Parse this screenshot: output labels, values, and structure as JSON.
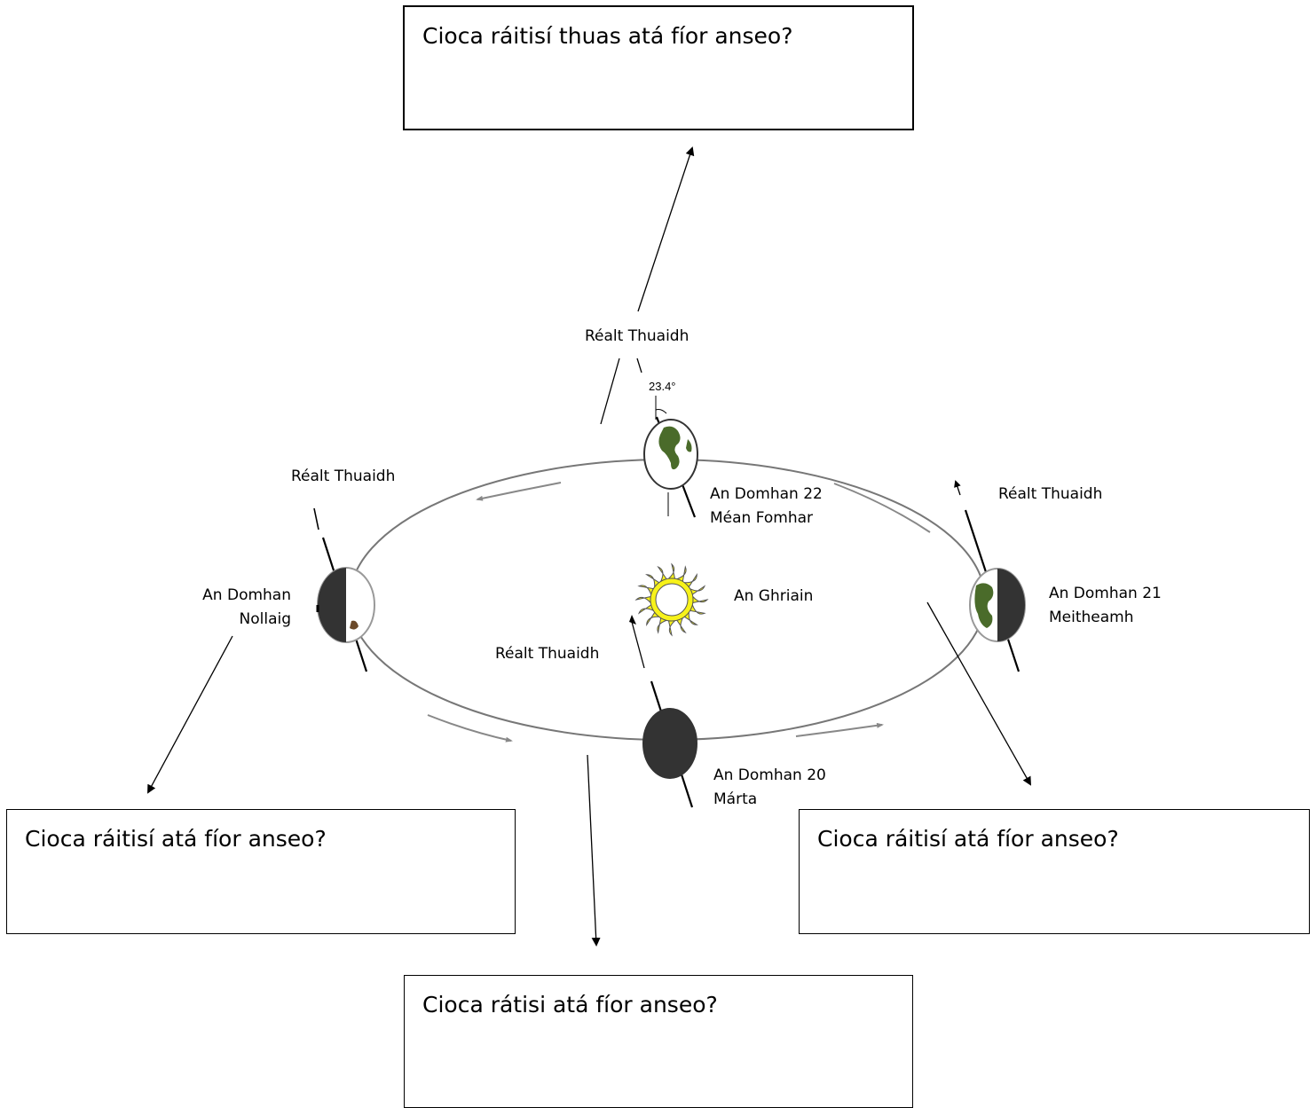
{
  "boxes": {
    "top": "Cioca ráitisí thuas atá fíor anseo?",
    "left": "Cioca ráitisí atá fíor anseo?",
    "right": "Cioca ráitisí atá fíor anseo?",
    "bottom": "Cioca rátisi atá fíor anseo?"
  },
  "labels": {
    "north_star_top": "Réalt Thuaidh",
    "north_star_left": "Réalt Thuaidh",
    "north_star_right": "Réalt Thuaidh",
    "north_star_center": "Réalt Thuaidh",
    "tilt_angle": "23.4°",
    "earth_sep_line1": "An Domhan 22",
    "earth_sep_line2": "Méan Fomhar",
    "earth_dec_line1": "An Domhan",
    "earth_dec_line2": "Nollaig",
    "earth_jun_line1": "An Domhan 21",
    "earth_jun_line2": "Meitheamh",
    "earth_mar_line1": "An Domhan 20",
    "earth_mar_line2": "Márta",
    "sun": "An Ghriain"
  },
  "colors": {
    "orbit": "#777777",
    "dark_side": "#333333",
    "sun_fill": "#f7f21a",
    "land": "#4a6b2a"
  }
}
